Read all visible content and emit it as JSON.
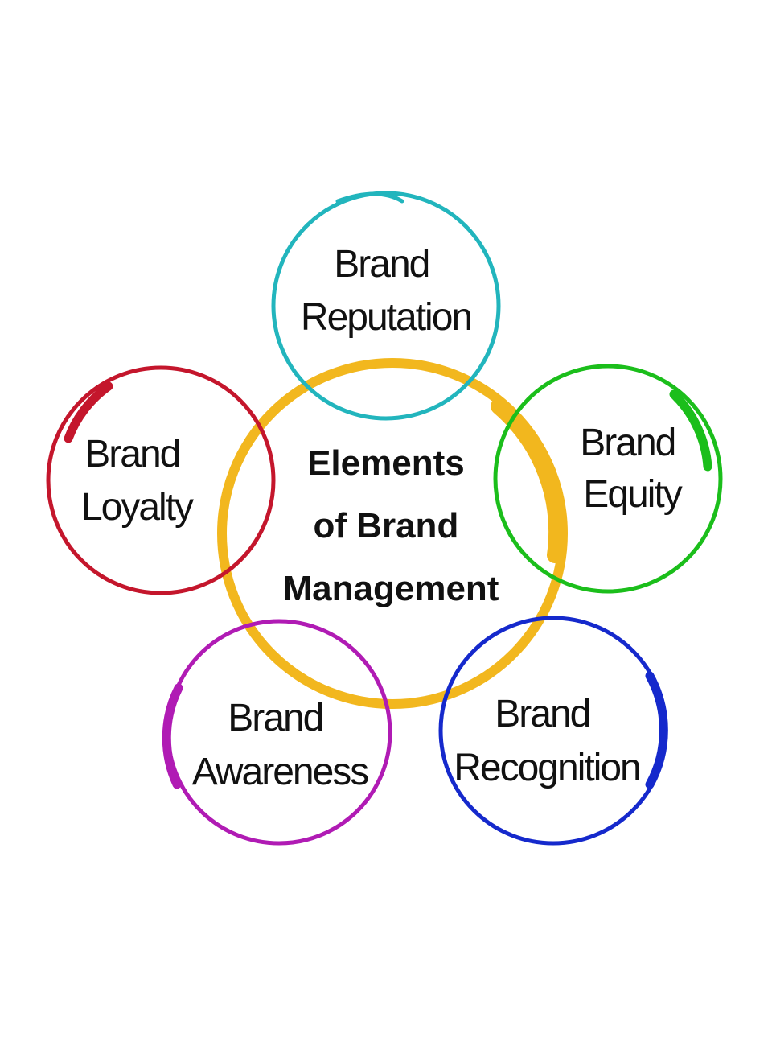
{
  "center": {
    "lines": [
      "Elements",
      "of Brand",
      "Management"
    ],
    "color": "#F2B71E"
  },
  "elements": [
    {
      "id": "reputation",
      "lines": [
        "Brand",
        "Reputation"
      ],
      "color": "#22B5BD"
    },
    {
      "id": "equity",
      "lines": [
        "Brand",
        "Equity"
      ],
      "color": "#1BBE1B"
    },
    {
      "id": "recognition",
      "lines": [
        "Brand",
        "Recognition"
      ],
      "color": "#1529CC"
    },
    {
      "id": "awareness",
      "lines": [
        "Brand",
        "Awareness"
      ],
      "color": "#B01BB4"
    },
    {
      "id": "loyalty",
      "lines": [
        "Brand",
        "Loyalty"
      ],
      "color": "#C4162C"
    }
  ]
}
